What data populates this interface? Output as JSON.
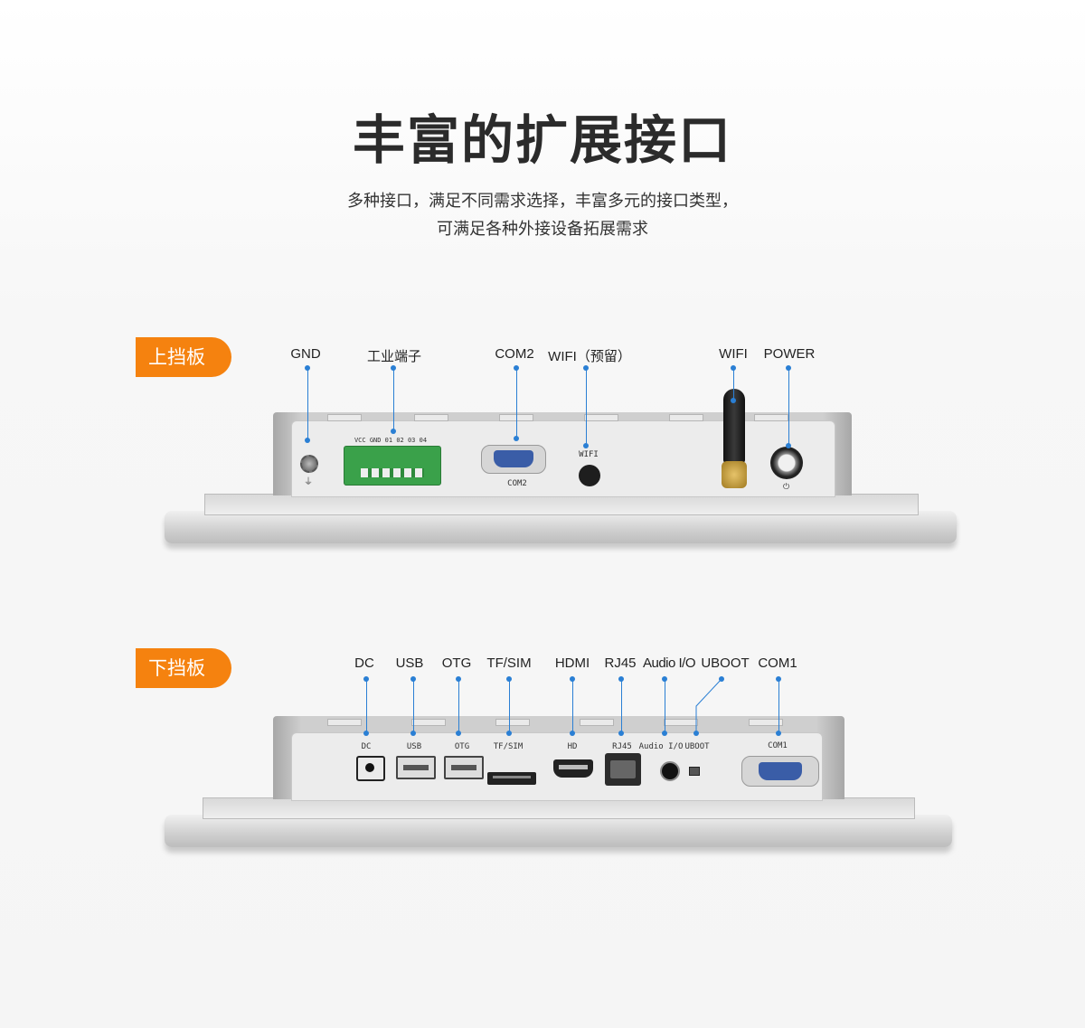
{
  "page": {
    "title": "丰富的扩展接口",
    "subtitle_line1": "多种接口，满足不同需求选择，丰富多元的接口类型，",
    "subtitle_line2": "可满足各种外接设备拓展需求"
  },
  "colors": {
    "accent": "#f5820f",
    "callout": "#2a7fd4"
  },
  "top_panel": {
    "tag": "上挡板",
    "callouts": {
      "gnd": "GND",
      "terminal": "工业端子",
      "com2": "COM2",
      "wifi_reserved": "WIFI（预留）",
      "wifi": "WIFI",
      "power": "POWER"
    },
    "printed": {
      "terminal_pins": "VCC GND  01  02  03  04",
      "com2": "COM2",
      "wifi": "WIFI"
    }
  },
  "bottom_panel": {
    "tag": "下挡板",
    "callouts": {
      "dc": "DC",
      "usb": "USB",
      "otg": "OTG",
      "tfsim": "TF/SIM",
      "hdmi": "HDMI",
      "rj45": "RJ45",
      "audio": "Audio I/O",
      "uboot": "UBOOT",
      "com1": "COM1"
    },
    "printed": {
      "dc": "DC",
      "usb": "USB",
      "otg": "OTG",
      "tfsim": "TF/SIM",
      "hd": "HD",
      "rj45": "RJ45",
      "audio": "Audio I/O",
      "uboot": "UBOOT",
      "com1": "COM1"
    }
  },
  "icons": [
    "ground-screw-icon",
    "power-symbol-icon",
    "antenna-icon"
  ]
}
